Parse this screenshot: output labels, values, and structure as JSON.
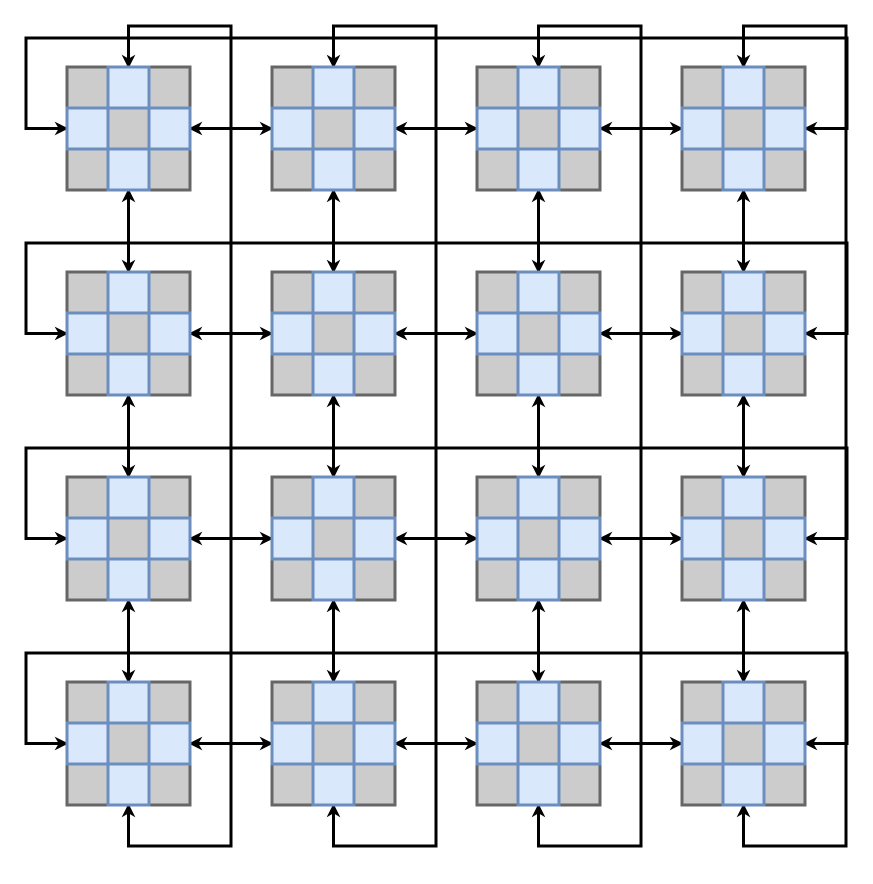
{
  "diagram": {
    "grid_rows": 4,
    "grid_cols": 4,
    "colors": {
      "background": "#ffffff",
      "cell_gray": "#cccccc",
      "cell_gray_border": "#666666",
      "cell_blue": "#dae8fc",
      "cell_blue_border": "#6c8ebf",
      "connector": "#000000"
    },
    "tile_pattern": [
      [
        "gray",
        "blue",
        "gray"
      ],
      [
        "blue",
        "gray",
        "blue"
      ],
      [
        "gray",
        "blue",
        "gray"
      ]
    ],
    "connections": {
      "horizontal_neighbors": "bidirectional",
      "vertical_neighbors": "bidirectional",
      "row_wraparound": "bidirectional",
      "column_wraparound": "bidirectional"
    }
  }
}
